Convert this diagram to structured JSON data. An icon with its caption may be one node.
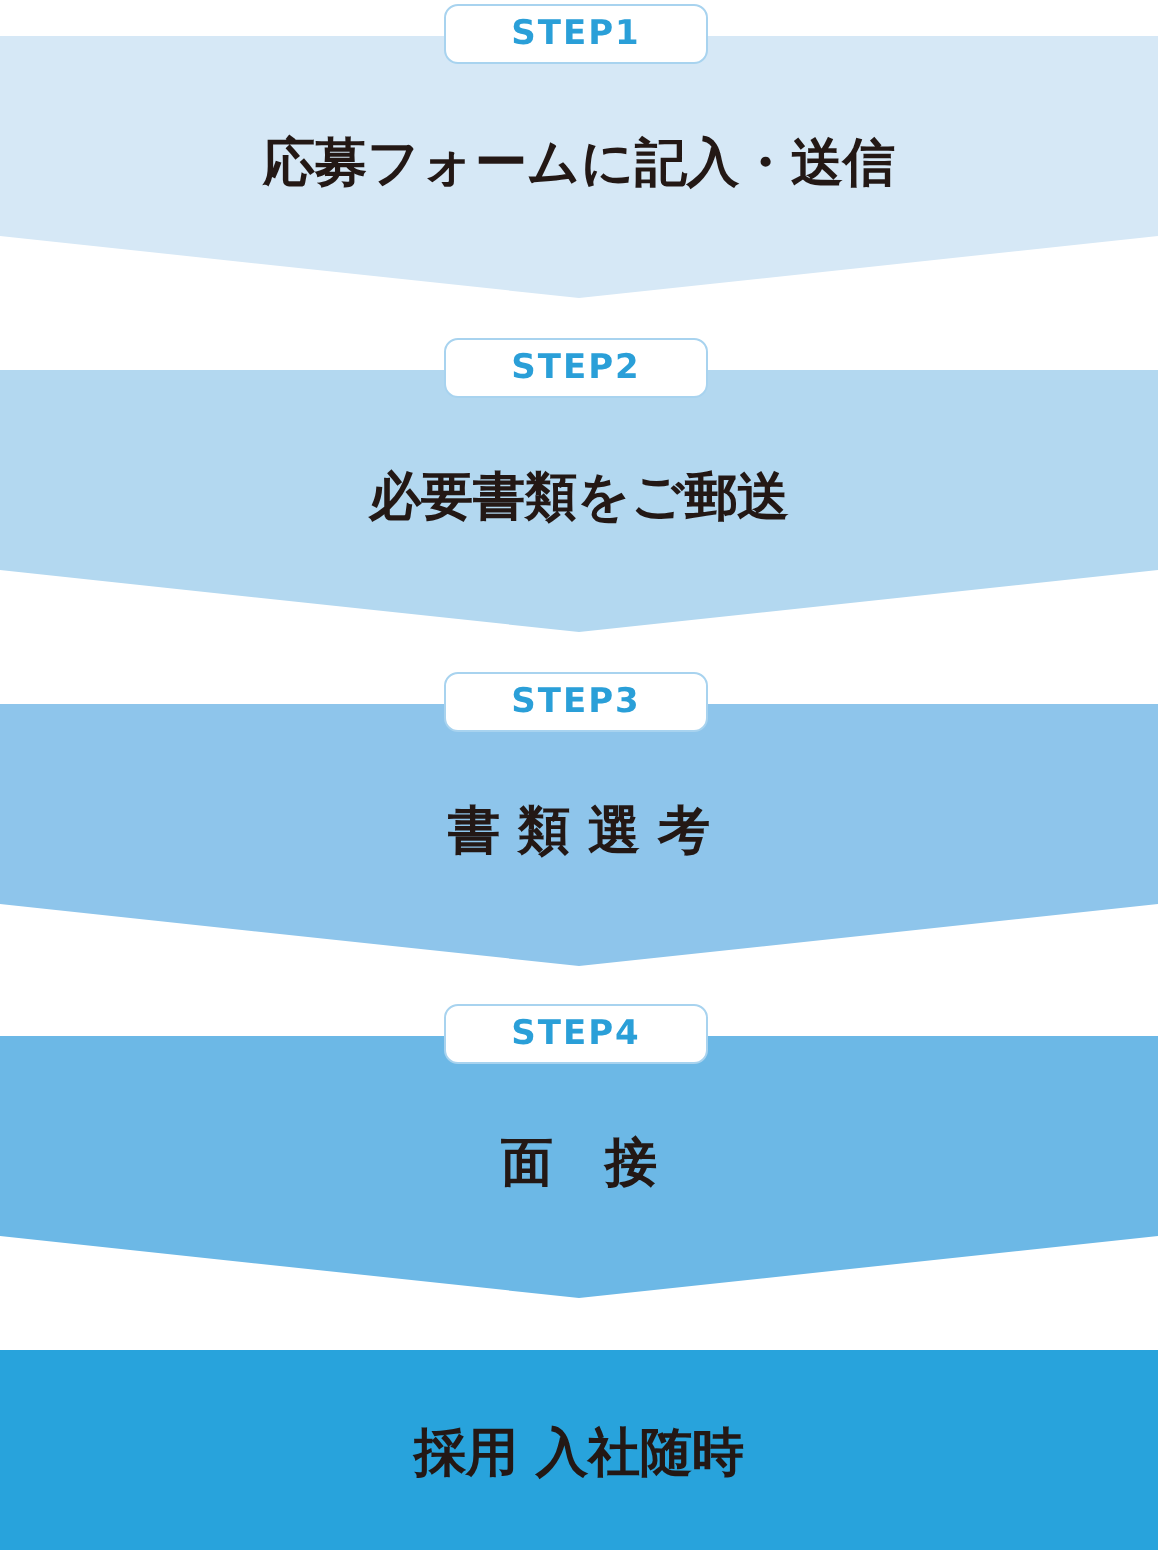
{
  "diagram": {
    "nodes": [
      {
        "text": [
          "STEP1"
        ]
      },
      {
        "text": [
          "応募フォームに記入・送信"
        ]
      },
      {
        "text": [
          "STEP2"
        ]
      },
      {
        "text": [
          "必要書類をご郵送"
        ]
      },
      {
        "text": [
          "STEP3"
        ]
      },
      {
        "text": [
          "書 類 選 考"
        ]
      },
      {
        "text": [
          "STEP4"
        ]
      },
      {
        "text": [
          "面　接"
        ]
      },
      {
        "text": [
          "採用 入社随時"
        ]
      }
    ]
  }
}
